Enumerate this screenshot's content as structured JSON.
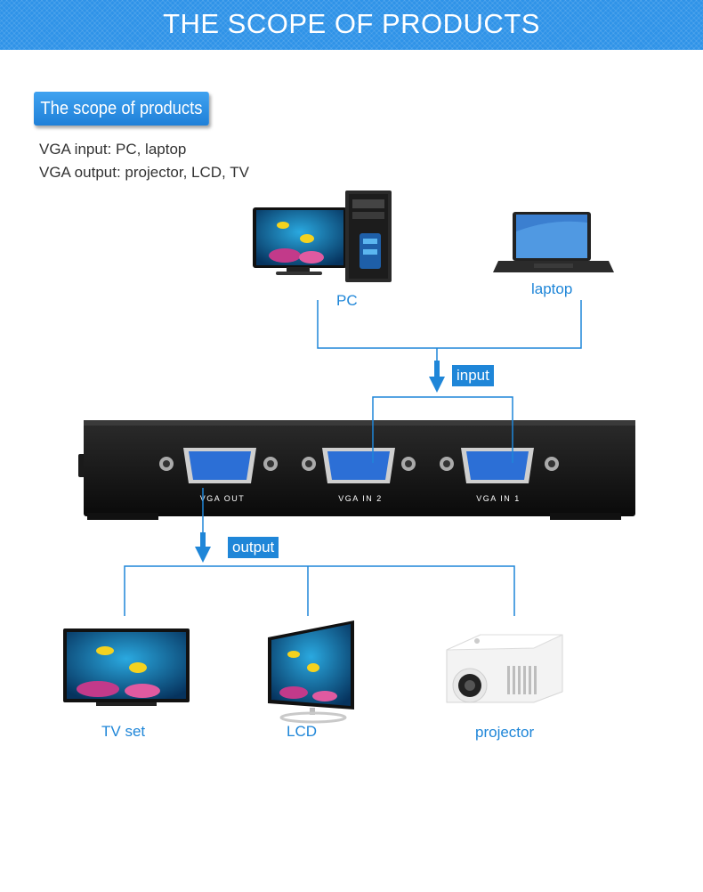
{
  "banner": {
    "title": "THE SCOPE OF PRODUCTS"
  },
  "section": {
    "label": "The scope of products"
  },
  "description": {
    "input_line": "VGA input: PC, laptop",
    "output_line": "VGA output: projector, LCD, TV"
  },
  "sources": {
    "pc": "PC",
    "laptop": "laptop"
  },
  "flow": {
    "input_tag": "input",
    "output_tag": "output"
  },
  "switch_box": {
    "port_out": "VGA OUT",
    "port_in2": "VGA IN 2",
    "port_in1": "VGA IN 1"
  },
  "outputs": {
    "tv": "TV set",
    "lcd": "LCD",
    "projector": "projector"
  },
  "colors": {
    "accent": "#1f86d8",
    "banner": "#2f93e8"
  }
}
